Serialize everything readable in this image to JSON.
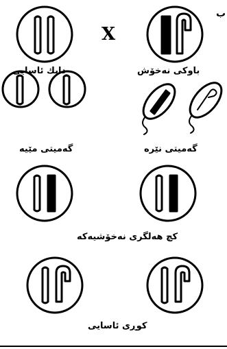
{
  "corner_letter": "ب",
  "cross_symbol": "X",
  "labels": {
    "mother": "دایك ئاسایی",
    "father": "باوكی نەخۆش",
    "female_gamete": "گەمیتی مێیە",
    "male_gamete": "گەمیتی نێرە",
    "carrier_daughter": "كچ هەلگری نەخۆشیەكە",
    "normal_son": "كوڕی ئاسایی"
  },
  "colors": {
    "ink": "#000000",
    "paper": "#ffffff"
  }
}
